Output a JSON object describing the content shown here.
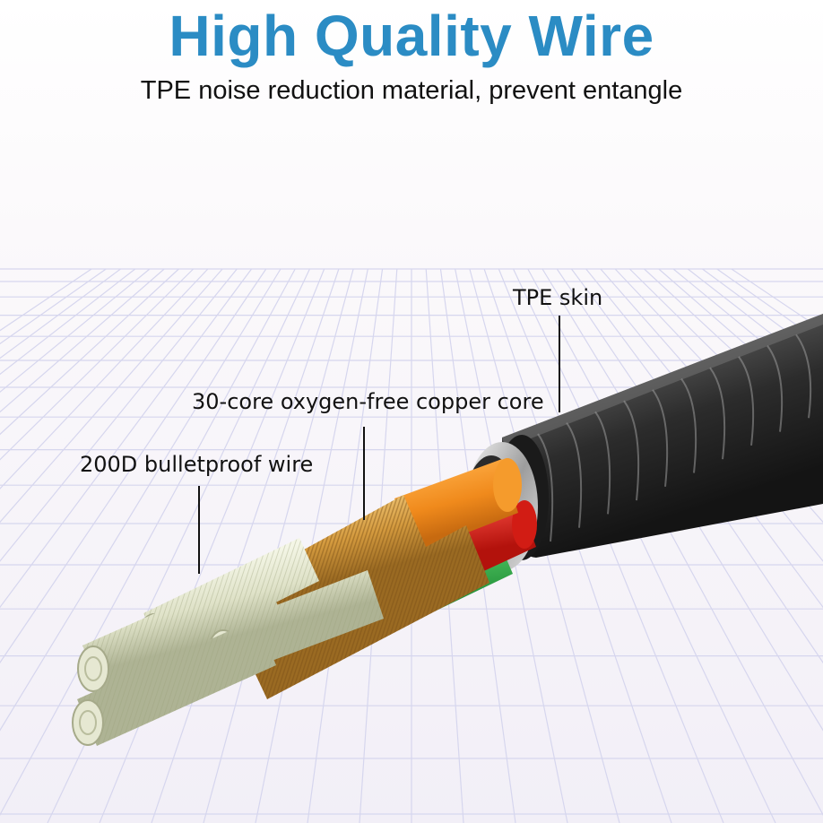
{
  "header": {
    "title": "High Quality Wire",
    "subtitle": "TPE noise reduction material, prevent entangle"
  },
  "callouts": {
    "tpe_skin": "TPE skin",
    "copper_core": "30-core oxygen-free copper core",
    "bulletproof_wire": "200D bulletproof wire"
  },
  "colors": {
    "title": "#2b8cc4",
    "jacket": "#2c2c2c",
    "copper": "#d4a24c",
    "conductor_orange": "#f08a1c",
    "conductor_red": "#e0231b",
    "conductor_green": "#2fb14a",
    "fiber": "#dfe2c8",
    "grid_line": "#d6d6ee"
  },
  "icons": [
    "cable-cross-section-illustration"
  ]
}
